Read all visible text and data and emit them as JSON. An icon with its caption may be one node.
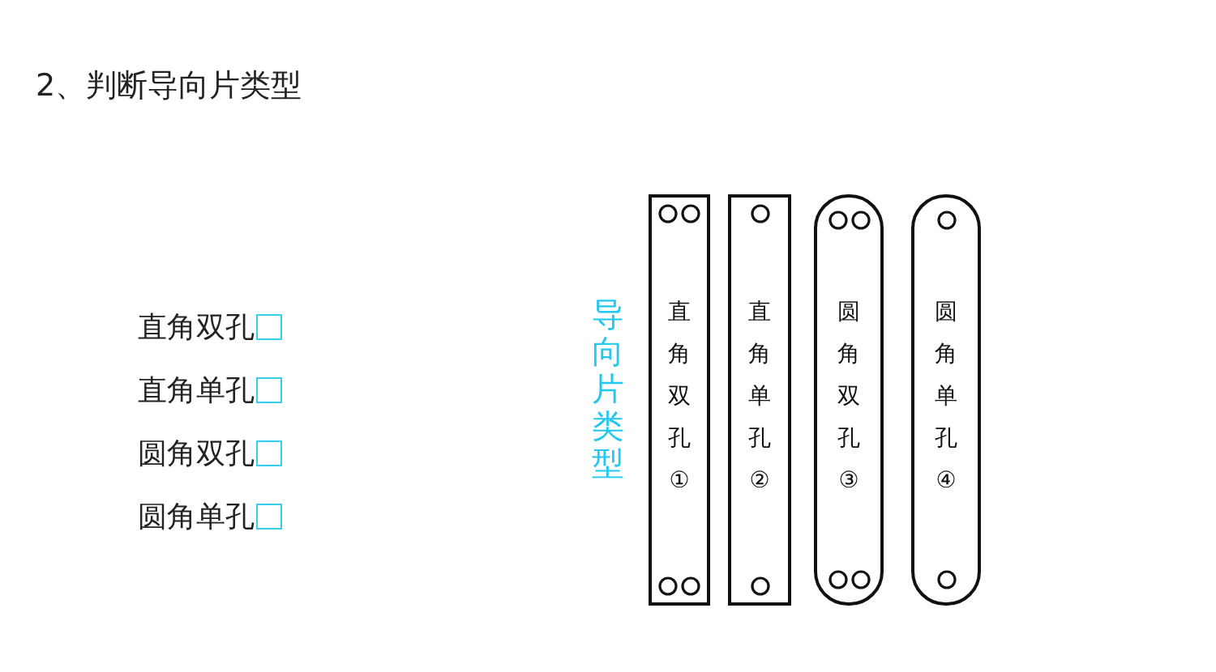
{
  "diagram": {
    "title": "2、判断导向片类型",
    "nodes": [
      {
        "text": [
          "直角双孔①"
        ]
      },
      {
        "text": [
          "直角单孔②"
        ]
      },
      {
        "text": [
          "圆角双孔③"
        ]
      },
      {
        "text": [
          "圆角单孔④"
        ]
      }
    ],
    "labels": [
      "直角双孔",
      "直角单孔",
      "圆角双孔",
      "圆角单孔",
      "导向片类型"
    ]
  }
}
